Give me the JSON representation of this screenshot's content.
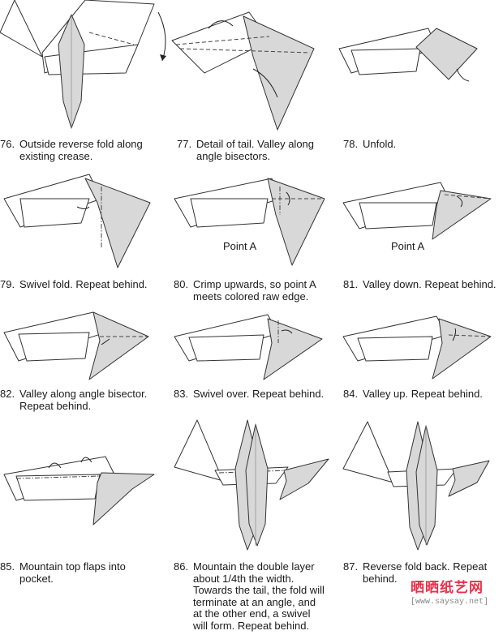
{
  "steps": [
    {
      "num": "76.",
      "lines": [
        "Outside reverse fold along",
        "existing crease."
      ]
    },
    {
      "num": "77.",
      "lines": [
        "Detail of tail. Valley along",
        "angle bisectors."
      ]
    },
    {
      "num": "78.",
      "lines": [
        "Unfold."
      ]
    },
    {
      "num": "79.",
      "lines": [
        "Swivel fold. Repeat behind."
      ]
    },
    {
      "num": "80.",
      "lines": [
        "Crimp upwards, so point A",
        "meets colored raw edge."
      ],
      "label": "Point A"
    },
    {
      "num": "81.",
      "lines": [
        "Valley down. Repeat behind."
      ],
      "label": "Point A"
    },
    {
      "num": "82.",
      "lines": [
        "Valley along angle bisector.",
        "Repeat behind."
      ]
    },
    {
      "num": "83.",
      "lines": [
        "Swivel over. Repeat behind."
      ]
    },
    {
      "num": "84.",
      "lines": [
        "Valley up. Repeat behind."
      ]
    },
    {
      "num": "85.",
      "lines": [
        "Mountain top flaps into",
        "pocket."
      ]
    },
    {
      "num": "86.",
      "lines": [
        "Mountain the double layer",
        "about 1/4th the width.",
        "Towards the tail, the fold will",
        "terminate at an angle, and",
        "at the other end, a swivel",
        "will form. Repeat behind."
      ]
    },
    {
      "num": "87.",
      "lines": [
        "Reverse fold back. Repeat",
        "behind."
      ]
    }
  ],
  "watermark": {
    "logo": "晒晒纸艺网",
    "url": "[www.saysay.net]"
  },
  "colors": {
    "paper_shaded": "#d8d8d8",
    "watermark_red": "#e8304a",
    "text": "#1a1a1a"
  },
  "icons": [
    "arrow-icon",
    "valley-fold-line",
    "mountain-fold-line"
  ]
}
